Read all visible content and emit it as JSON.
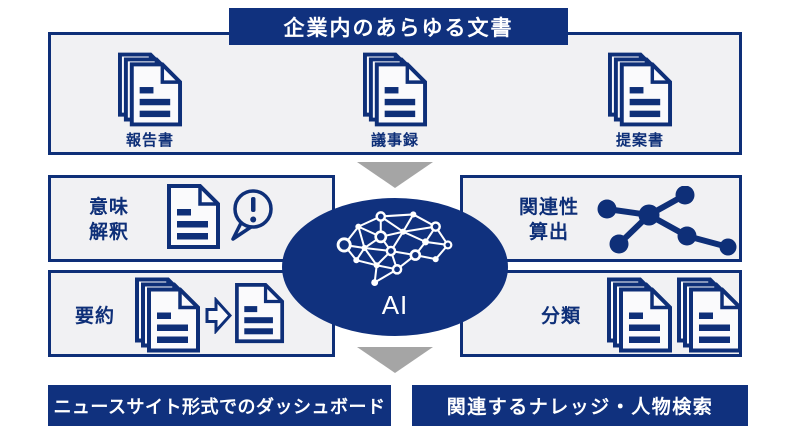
{
  "title_banner": "企業内のあらゆる文書",
  "documents": [
    {
      "label": "報告書"
    },
    {
      "label": "議事録"
    },
    {
      "label": "提案書"
    }
  ],
  "functions": {
    "semantic": {
      "line1": "意味",
      "line2": "解釈"
    },
    "relevance": {
      "line1": "関連性",
      "line2": "算出"
    },
    "summary": {
      "label": "要約"
    },
    "classification": {
      "label": "分類"
    }
  },
  "ai_label": "AI",
  "outputs": [
    {
      "label": "ニュースサイト形式でのダッシュボード"
    },
    {
      "label": "関連するナレッジ・人物検索"
    }
  ],
  "colors": {
    "brand_blue": "#10317e",
    "icon_blue": "#0e2f78",
    "panel_bg": "#f1f1f3",
    "arrow_gray": "#a5a5a5",
    "text_white": "#ffffff"
  },
  "icons": [
    "document-stack-icon",
    "document-icon",
    "speech-bubble-exclamation-icon",
    "network-graph-icon",
    "right-arrow-icon",
    "ai-brain-network-icon",
    "down-arrow-icon"
  ]
}
